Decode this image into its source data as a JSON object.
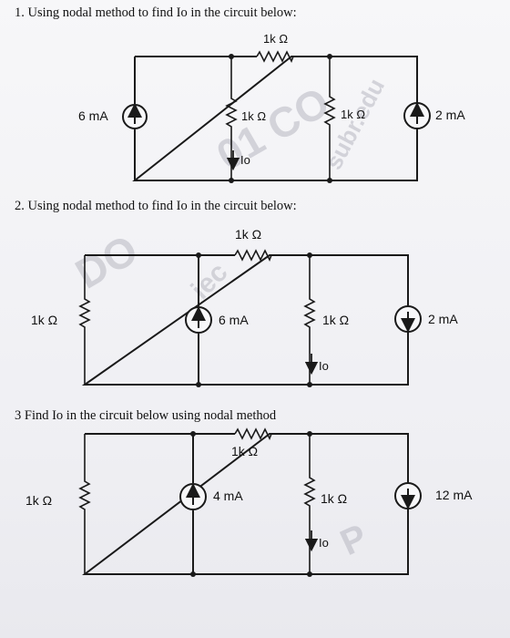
{
  "questions": {
    "q1": "1. Using nodal method to find Io in the circuit below:",
    "q2": "2. Using nodal method to find Io in the circuit below:",
    "q3": "3 Find Io in the circuit below using nodal method"
  },
  "circuit1": {
    "top_resistor": "1k Ω",
    "left_source": "6 mA",
    "mid_resistor": "1k Ω",
    "current_label": "Io",
    "right_resistor": "1k Ω",
    "right_source": "2 mA"
  },
  "circuit2": {
    "top_resistor": "1k Ω",
    "left_resistor": "1k Ω",
    "mid_source": "6 mA",
    "right_resistor": "1k Ω",
    "current_label": "Io",
    "right_source": "2 mA"
  },
  "circuit3": {
    "top_resistor": "1k Ω",
    "left_resistor": "1k Ω",
    "mid_source": "4 mA",
    "right_resistor": "1k Ω",
    "current_label": "Io",
    "right_source": "12 mA"
  },
  "watermarks": {
    "w1": "01 CO",
    "w2": "subr.edu",
    "w3": "DO",
    "w4": "iec",
    "w5": "P"
  }
}
